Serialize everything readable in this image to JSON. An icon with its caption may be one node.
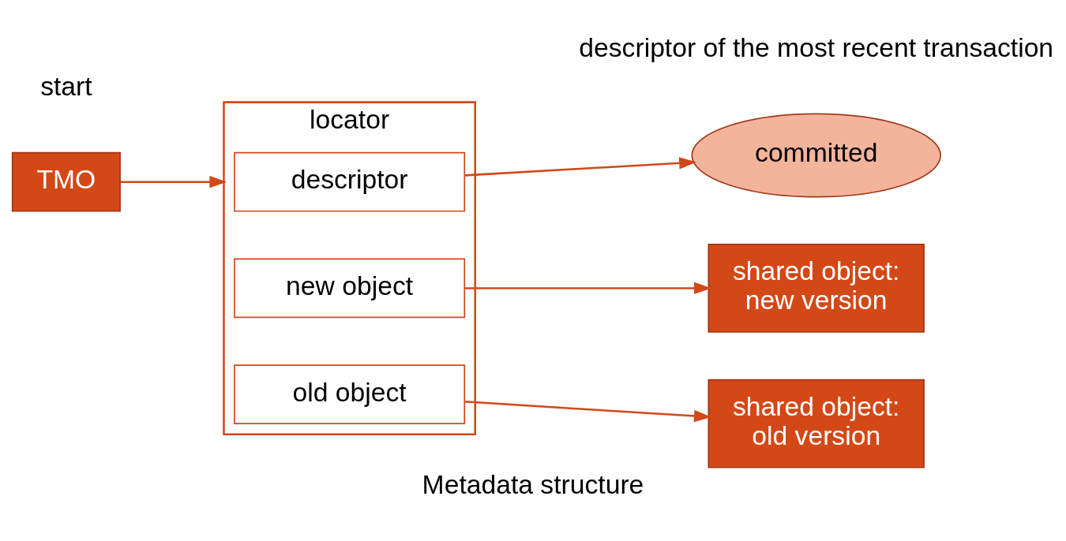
{
  "diagram": {
    "caption": "Metadata structure",
    "nodes": [
      {
        "text": [
          "TMO"
        ],
        "beside": [
          "start"
        ]
      },
      {
        "text": [
          "locator"
        ]
      },
      {
        "text": [
          "descriptor"
        ],
        "in": 1
      },
      {
        "text": [
          "new object"
        ],
        "in": 1
      },
      {
        "text": [
          "old object"
        ],
        "in": 1
      },
      {
        "text": [
          "committed"
        ],
        "beside": [
          "descriptor of the most recent transaction"
        ]
      },
      {
        "text": [
          "shared object: new version"
        ]
      },
      {
        "text": [
          "shared object: old version"
        ]
      }
    ],
    "edges": [
      {
        "from": 0,
        "to": 1,
        "arrow": "to"
      },
      {
        "from": 2,
        "to": 5,
        "arrow": "to"
      },
      {
        "from": 3,
        "to": 6,
        "arrow": "to"
      },
      {
        "from": 4,
        "to": 7,
        "arrow": "to"
      }
    ]
  }
}
